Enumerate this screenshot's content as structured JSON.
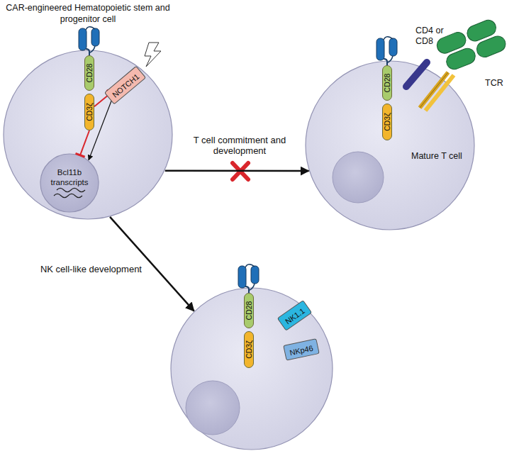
{
  "diagram": {
    "nodes": [
      {
        "text": [
          "CAR-engineered Hematopoietic stem and progenitor cell"
        ]
      },
      {
        "text": [
          "CD28"
        ],
        "in": 0
      },
      {
        "text": [
          "CD3ζ"
        ],
        "in": 0
      },
      {
        "text": [
          "NOTCH1"
        ],
        "in": 0
      },
      {
        "text": [
          "Bcl11b transcripts"
        ],
        "in": 0
      },
      {
        "text": [
          "Mature T cell"
        ]
      },
      {
        "text": [
          "CD28"
        ],
        "in": 5
      },
      {
        "text": [
          "CD3ζ"
        ],
        "in": 5
      },
      {
        "text": []
      },
      {
        "text": [
          "CD28"
        ],
        "in": 8
      },
      {
        "text": [
          "CD3ζ"
        ],
        "in": 8
      },
      {
        "text": [
          "NK1.1"
        ],
        "in": 8
      },
      {
        "text": [
          "NKp46"
        ],
        "in": 8
      }
    ],
    "edges": [
      {
        "from": 0,
        "to": 5,
        "label": "T cell commitment and development",
        "arrow": "to"
      },
      {
        "from": 0,
        "to": 8,
        "label": "NK cell-like development",
        "arrow": "to"
      },
      {
        "from": 2,
        "to": 3,
        "arrow": "to"
      },
      {
        "from": 2,
        "to": 4,
        "arrow": "to"
      },
      {
        "from": 3,
        "to": 4,
        "arrow": "to"
      }
    ],
    "labels": [
      "CD4 or CD8",
      "TCR"
    ]
  }
}
